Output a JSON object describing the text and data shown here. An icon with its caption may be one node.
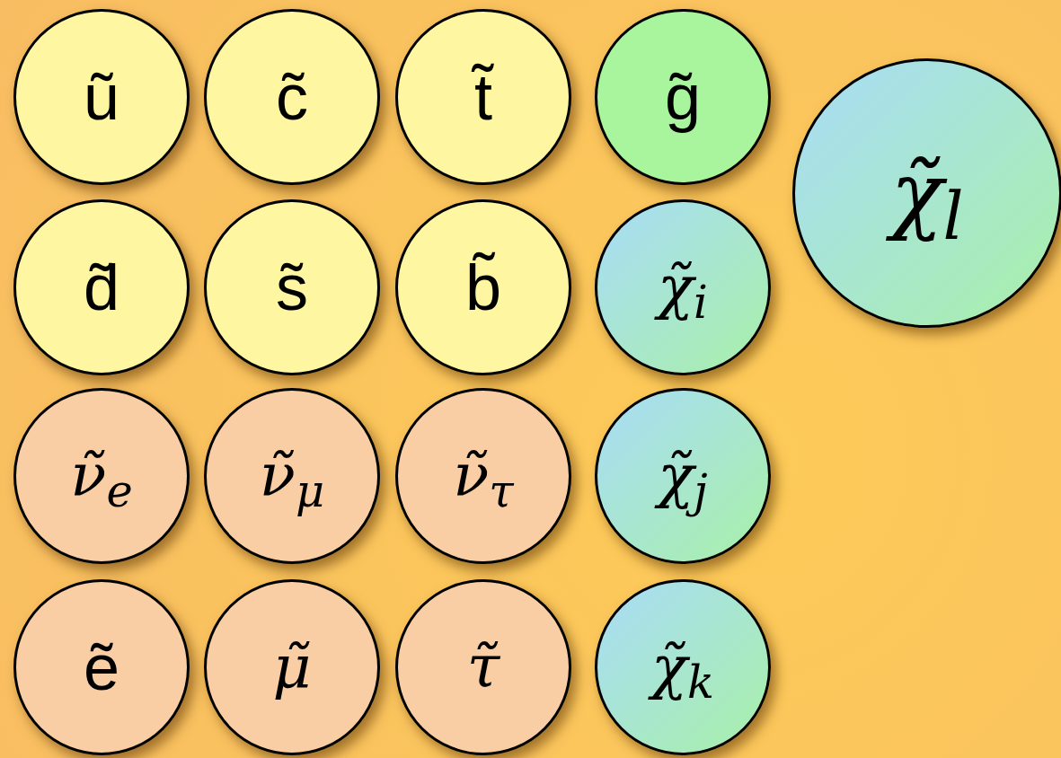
{
  "diagram": {
    "nodes": [
      {
        "text": [
          "ũ"
        ]
      },
      {
        "text": [
          "c̃"
        ]
      },
      {
        "text": [
          "t̃"
        ]
      },
      {
        "text": [
          "g̃"
        ]
      },
      {
        "text": [
          "d̃"
        ]
      },
      {
        "text": [
          "s̃"
        ]
      },
      {
        "text": [
          "b̃"
        ]
      },
      {
        "text": [
          "χ̃$_{i}$"
        ]
      },
      {
        "text": [
          "ν̃$_{e}$"
        ]
      },
      {
        "text": [
          "ν̃$_{μ}$"
        ]
      },
      {
        "text": [
          "ν̃$_{τ}$"
        ]
      },
      {
        "text": [
          "χ̃$_{j}$"
        ]
      },
      {
        "text": [
          "ẽ"
        ]
      },
      {
        "text": [
          "μ̃"
        ]
      },
      {
        "text": [
          "τ̃"
        ]
      },
      {
        "text": [
          "χ̃$_{k}$"
        ]
      },
      {
        "text": [
          "χ̃$_{l}$"
        ]
      }
    ]
  }
}
